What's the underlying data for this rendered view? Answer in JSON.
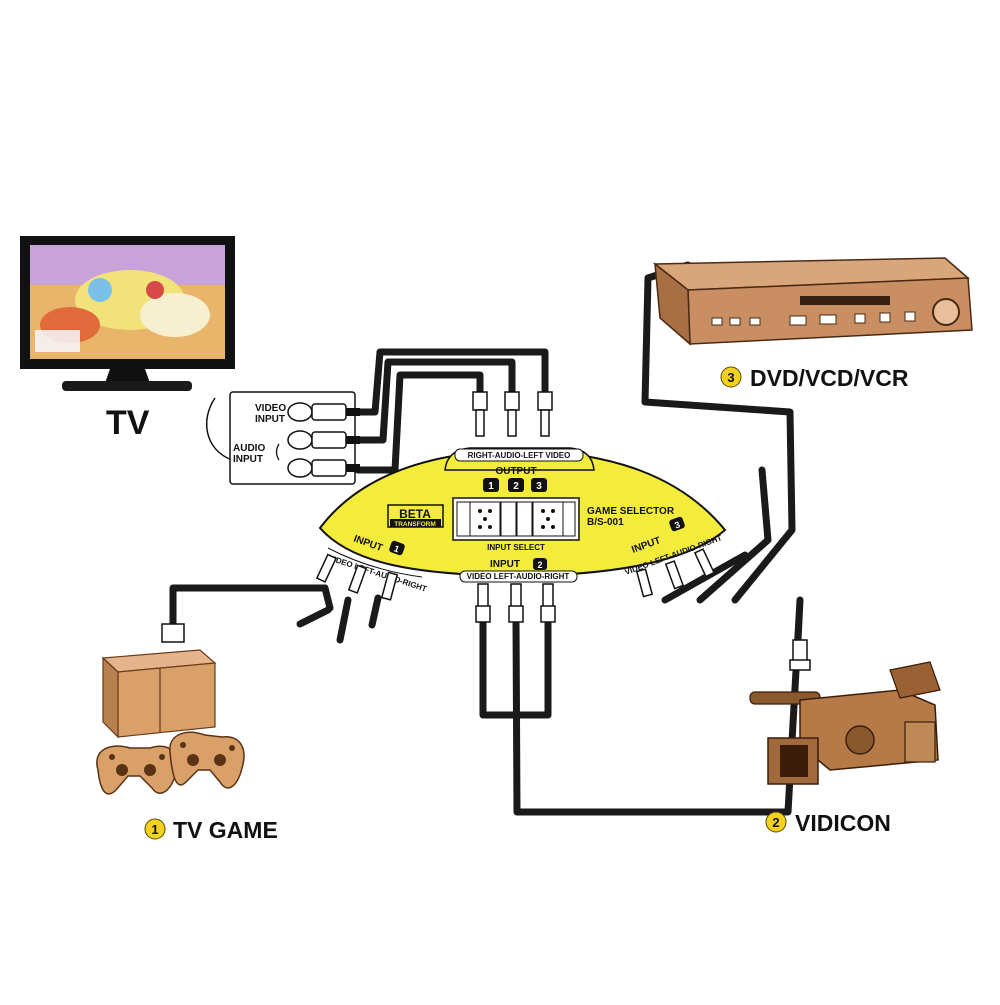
{
  "labels": {
    "tv": "TV",
    "dvd": "DVD/VCD/VCR",
    "dvd_num": "3",
    "tvgame": "TV GAME",
    "tvgame_num": "1",
    "vidicon": "VIDICON",
    "vidicon_num": "2"
  },
  "tv_panel": {
    "video_input": [
      "VIDEO",
      "INPUT"
    ],
    "audio_input": [
      "AUDIO",
      "INPUT"
    ]
  },
  "selector": {
    "output_ports": "RIGHT-AUDIO-LEFT VIDEO",
    "output": "OUTPUT",
    "buttons": [
      "1",
      "2",
      "3"
    ],
    "brand": [
      "BETA",
      "TRANSFORM"
    ],
    "model": [
      "GAME SELECTOR",
      "B/S-001"
    ],
    "input_select": "INPUT SELECT",
    "input1": "INPUT",
    "input1_num": "1",
    "input1_ports": "VIDEO LEFT-AUDIO-RIGHT",
    "input2": "INPUT",
    "input2_num": "2",
    "input2_ports": "VIDEO LEFT-AUDIO-RIGHT",
    "input3": "INPUT",
    "input3_num": "3",
    "input3_ports": "VIDEO LEFT-AUDIO-RIGHT"
  },
  "colors": {
    "selector_body": "#f4ec3a",
    "cable": "#1a1a1a",
    "device_tan": "#d9a06a",
    "dvd_body": "#c98e62",
    "number_circle": "#f2d21c"
  }
}
